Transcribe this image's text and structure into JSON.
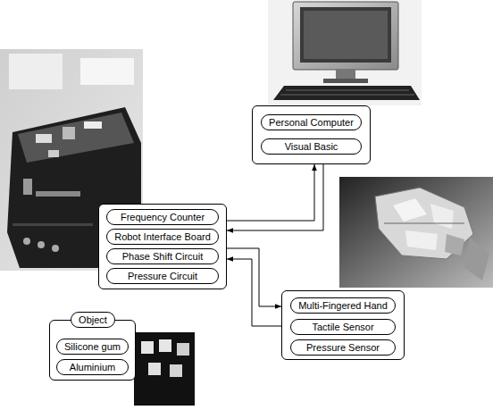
{
  "diagram": {
    "nodes": [
      {
        "text": []
      },
      {
        "text": [
          "Personal Computer"
        ],
        "in": 0
      },
      {
        "text": [
          "Visual Basic"
        ],
        "in": 0
      },
      {
        "text": []
      },
      {
        "text": [
          "Frequency Counter"
        ],
        "in": 3
      },
      {
        "text": [
          "Robot Interface Board"
        ],
        "in": 3
      },
      {
        "text": [
          "Phase Shift Circuit"
        ],
        "in": 3
      },
      {
        "text": [
          "Pressure Circuit"
        ],
        "in": 3
      },
      {
        "text": []
      },
      {
        "text": [
          "Multi-Fingered Hand"
        ],
        "in": 8
      },
      {
        "text": [
          "Tactile Sensor"
        ],
        "in": 8
      },
      {
        "text": [
          "Pressure Sensor"
        ],
        "in": 8
      },
      {
        "text": []
      },
      {
        "text": [
          "Object"
        ],
        "in": 12
      },
      {
        "text": [
          "Silicone gum"
        ],
        "in": 12
      },
      {
        "text": [
          "Aluminium"
        ],
        "in": 12
      }
    ],
    "edges": [
      {
        "from": 3,
        "to": 0,
        "arrow": "to"
      },
      {
        "from": 0,
        "to": 3,
        "arrow": "to"
      },
      {
        "from": 3,
        "to": 8,
        "arrow": "to"
      },
      {
        "from": 8,
        "to": 3,
        "arrow": "to"
      }
    ]
  }
}
